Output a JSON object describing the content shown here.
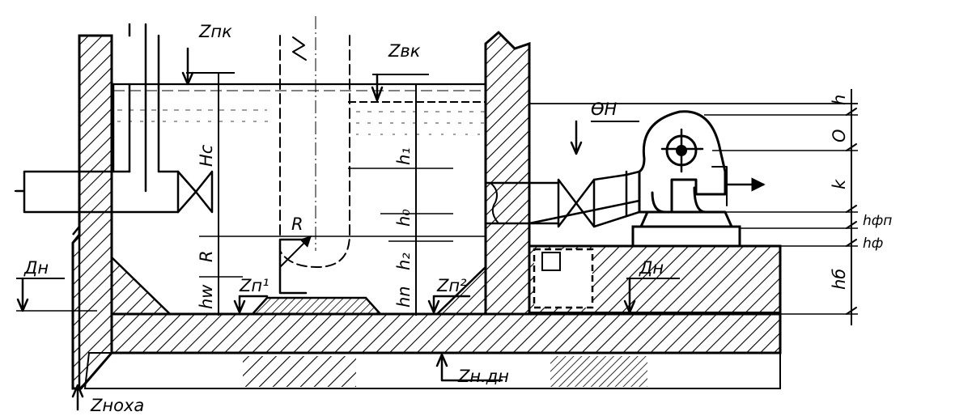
{
  "labels": {
    "z_pk": "Zпк",
    "z_vk": "Zвк",
    "z_p1": "Zп¹",
    "z_p2": "Zп²",
    "z_ndn": "Zн.дн",
    "z_nokha": "Zноха",
    "d_n_left": "Дн",
    "d_n_right": "Дн",
    "h_c": "Hc",
    "r_left": "R",
    "r_bend": "R",
    "h_w": "hw",
    "h_1": "h₁",
    "h_0": "h₀",
    "h_2": "h₂",
    "h_n": "hn",
    "v_n": "ƟН",
    "h_top": "h",
    "o_label": "O",
    "k_label": "k",
    "h_fp": "hфп",
    "h_f": "hф",
    "h_b": "hб"
  }
}
